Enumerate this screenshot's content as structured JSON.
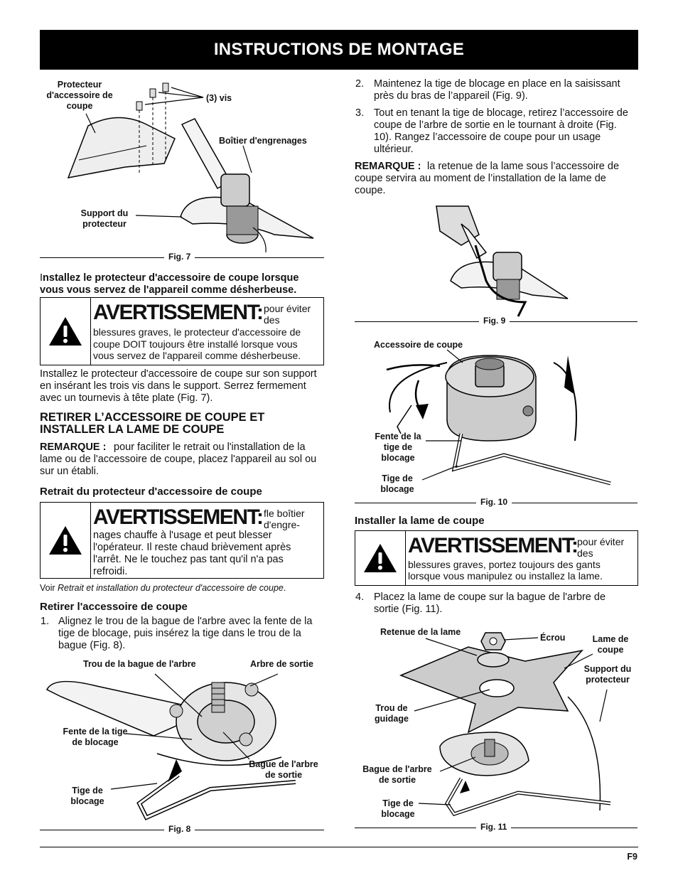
{
  "header": {
    "title": "INSTRUCTIONS DE MONTAGE"
  },
  "fig7": {
    "caption": "Fig. 7",
    "labels": {
      "protecteur": "Protecteur\nd'accessoire de\ncoupe",
      "vis": "(3) vis",
      "boitier": "Boîtier d'engrenages",
      "support": "Support du\nprotecteur"
    }
  },
  "left": {
    "install_bold_first": "I",
    "install_bold_rest": "nstallez le protecteur d'accessoire de coupe lorsque vous vous servez de l'appareil comme désherbeuse.",
    "warn1": {
      "title": "AVERTISSEMENT:",
      "head": "pour éviter des",
      "body": "blessures graves, le protecteur d'accessoire de coupe DOIT toujours être installé lorsque vous vous servez de l'appareil comme désherbeuse."
    },
    "install_para": "Installez le protecteur d'accessoire de coupe sur son support en insérant les trois vis dans le support. Serrez fermement avec un tournevis à tête plate (Fig. 7).",
    "section_title": "RETIRER L’ACCESSOIRE DE COUPE ET INSTALLER LA LAME DE COUPE",
    "remarque_label": "REMARQUE :",
    "remarque_text": "pour faciliter le retrait ou l'installation de la lame ou de l'accessoire de coupe, placez l'appareil au sol ou sur un établi.",
    "sub1": "Retrait du protecteur d'accessoire de coupe",
    "warn2": {
      "title": "AVERTISSEMENT:",
      "head": "fle boîtier d'engre-",
      "body": "nages chauffe à l'usage et peut blesser l'opérateur. Il reste chaud brièvement après l'arrêt. Ne le touchez pas tant qu'il n'a pas refroidi."
    },
    "voir_prefix": "Voir ",
    "voir_italic": "Retrait et installation du protecteur d'accessoire de coupe",
    "voir_suffix": ".",
    "sub2": "Retirer l'accessoire de coupe",
    "step1_num": "1.",
    "step1": "Alignez le trou de la bague de l'arbre avec la fente de la tige de blocage, puis insérez la tige dans le trou de la bague (Fig. 8)."
  },
  "fig8": {
    "caption": "Fig. 8",
    "labels": {
      "trou_bague": "Trou de la bague de l'arbre",
      "arbre": "Arbre de sortie",
      "fente": "Fente de la tige\nde blocage",
      "bague": "Bague de l'arbre\nde sortie",
      "tige": "Tige de\nblocage"
    }
  },
  "right": {
    "step2_num": "2.",
    "step2": "Maintenez la tige de blocage en place en la saisissant près du bras de l’appareil (Fig. 9).",
    "step3_num": "3.",
    "step3": "Tout en tenant la tige de blocage, retirez l’accessoire de coupe de l’arbre de sortie en le tournant à droite (Fig. 10). Rangez l’accessoire de coupe pour un usage ultérieur.",
    "remarque_label": "REMARQUE :",
    "remarque_text": "la retenue de la lame sous l’accessoire de coupe servira au moment de l’installation de la lame de coupe.",
    "sub3": "Installer la lame de coupe",
    "warn3": {
      "title": "AVERTISSEMENT:",
      "head": "pour éviter des",
      "body": "blessures graves, portez toujours des gants lorsque vous manipulez ou installez la lame."
    },
    "step4_num": "4.",
    "step4": "Placez la lame de coupe sur la bague de l'arbre de sortie (Fig. 11)."
  },
  "fig9": {
    "caption": "Fig. 9"
  },
  "fig10": {
    "caption": "Fig. 10",
    "labels": {
      "accessoire": "Accessoire de coupe",
      "fente": "Fente de la\ntige de\nblocage",
      "tige": "Tige de\nblocage"
    }
  },
  "fig11": {
    "caption": "Fig. 11",
    "labels": {
      "retenue": "Retenue de la lame",
      "ecrou": "Écrou",
      "lame": "Lame de\ncoupe",
      "support": "Support du\nprotecteur",
      "trou": "Trou de\nguidage",
      "bague": "Bague de l'arbre\nde sortie",
      "tige": "Tige de\nblocage"
    }
  },
  "footer": {
    "page": "F9"
  }
}
